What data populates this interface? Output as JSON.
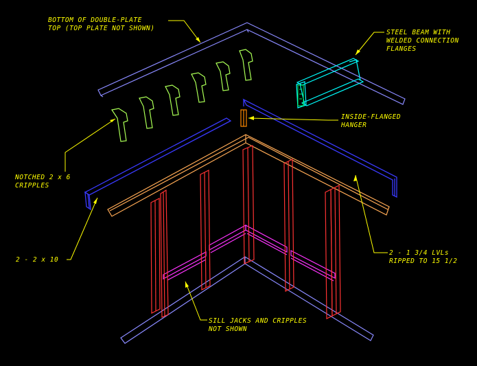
{
  "labels": {
    "top_plate": [
      "BOTTOM OF DOUBLE-PLATE",
      "TOP (TOP PLATE NOT SHOWN)"
    ],
    "steel_beam": [
      "STEEL BEAM WITH",
      "WELDED CONNECTION",
      "FLANGES"
    ],
    "hanger": [
      "INSIDE-FLANGED",
      "HANGER"
    ],
    "cripples": [
      "NOTCHED 2 x 6",
      "CRIPPLES"
    ],
    "header": [
      "2 - 2 x 10"
    ],
    "lvls": [
      "2 - 1 3/4 LVLs",
      "RIPPED TO 15 1/2"
    ],
    "sill": [
      "SILL JACKS AND CRIPPLES",
      "NOT SHOWN"
    ]
  },
  "colors": {
    "background": "#000000",
    "label_text": "#ffff00",
    "leader": "#ffff00",
    "plates": "#8a8aff",
    "header": "#3a3aff",
    "lvl": "#ffaa55",
    "studs": "#ff3333",
    "sill_blocks": "#ff33ff",
    "cripples": "#aaff55",
    "steel_beam": "#00ffff",
    "hanger": "#ff8800"
  }
}
